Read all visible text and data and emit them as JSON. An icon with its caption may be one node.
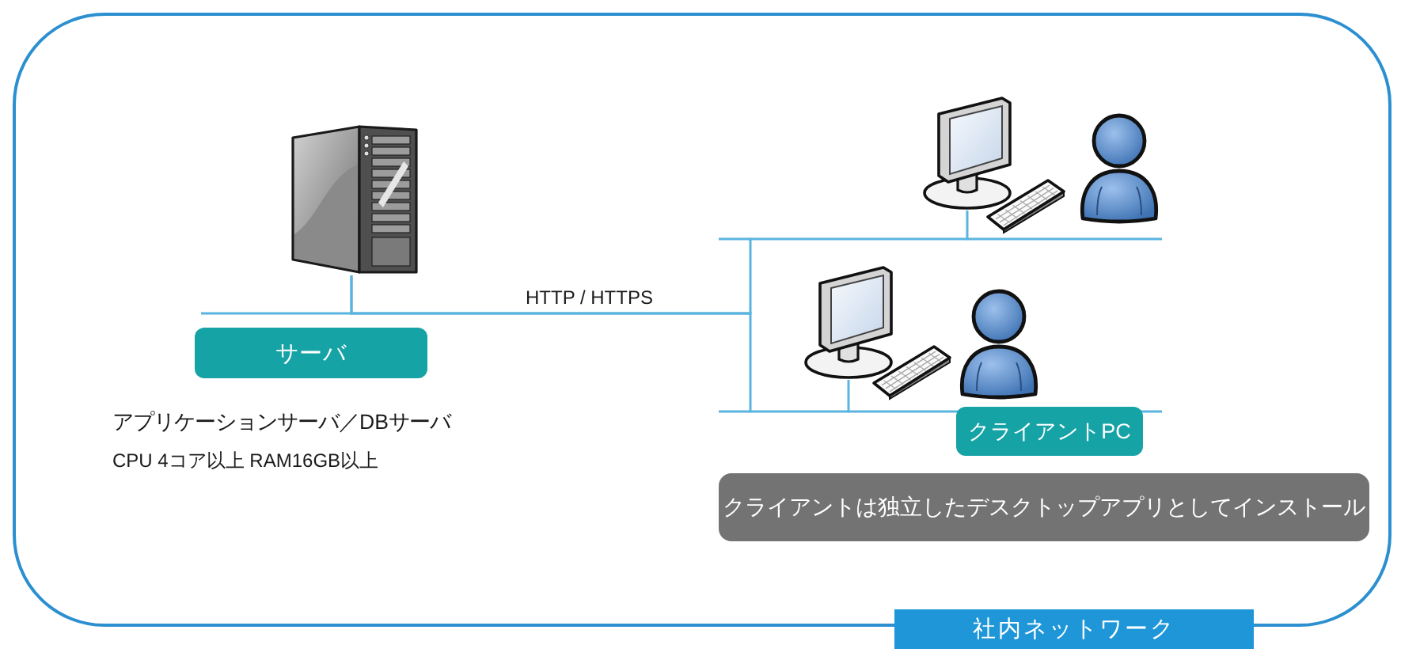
{
  "diagram": {
    "nodes": [
      {
        "text": [
          "社内ネットワーク"
        ]
      },
      {
        "text": [],
        "shape": "picture",
        "in": 0
      },
      {
        "text": [
          "サーバ"
        ],
        "in": 0
      },
      {
        "text": [],
        "shape": "picture",
        "in": 0
      },
      {
        "text": [],
        "shape": "picture",
        "in": 0
      },
      {
        "text": [
          "クライアントPC"
        ],
        "in": 0
      },
      {
        "text": [
          "クライアントは独立したデスクトップアプリとしてインストール"
        ],
        "in": 0
      }
    ],
    "edges": [
      {
        "from": 1,
        "to": 3,
        "arrow": "none",
        "label": "HTTP / HTTPS"
      },
      {
        "from": 1,
        "to": 4,
        "arrow": "none"
      }
    ],
    "labels": [
      "アプリケーションサーバ／DBサーバ",
      "CPU 4コア以上 RAM16GB以上"
    ]
  }
}
